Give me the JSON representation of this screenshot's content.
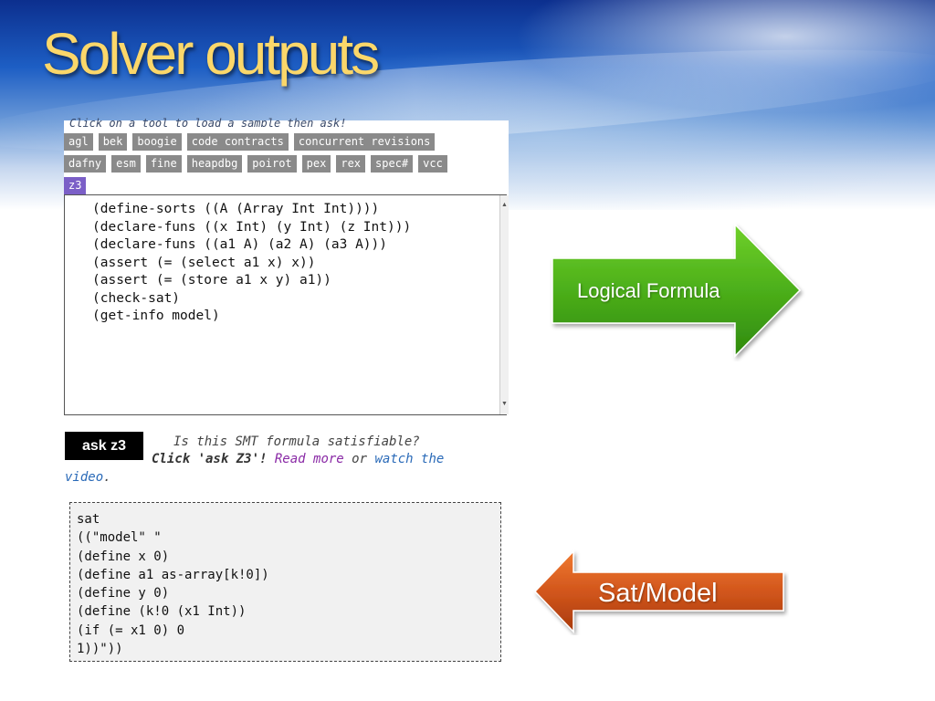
{
  "slide": {
    "title": "Solver outputs"
  },
  "panel": {
    "hint": "Click on a tool to load a sample then ask!",
    "tools_row1": [
      "agl",
      "bek",
      "boogie",
      "code contracts",
      "concurrent revisions"
    ],
    "tools_row2": [
      "dafny",
      "esm",
      "fine",
      "heapdbg",
      "poirot",
      "pex",
      "rex",
      "spec#",
      "vcc"
    ],
    "tools_row3": [
      "z3"
    ],
    "selected_tool": "z3",
    "selected_color": "#7b5fc7",
    "tool_color": "#8a8a8a",
    "editor_lines": [
      "(define-sorts ((A (Array Int Int))))",
      "(declare-funs ((x Int) (y Int) (z Int)))",
      "(declare-funs ((a1 A) (a2 A) (a3 A)))",
      "(assert (= (select a1 x) x))",
      "(assert (= (store a1 x y) a1))",
      "(check-sat)",
      "(get-info model)"
    ]
  },
  "ask": {
    "button_label": "ask z3",
    "question": "Is this SMT formula satisfiable?",
    "instruction": "Click 'ask Z3'!",
    "read_more": "Read more",
    "or_text": "or",
    "watch_the": "watch the",
    "video": "video",
    "period": "."
  },
  "output": {
    "lines": [
      "sat",
      "((\"model\" \"",
      "(define x 0)",
      "(define a1 as-array[k!0])",
      "(define y 0)",
      "(define (k!0 (x1 Int))",
      "(if (= x1 0) 0",
      "1))\"))"
    ]
  },
  "arrows": {
    "right": {
      "label": "Logical Formula",
      "color": "#4caf1a"
    },
    "left": {
      "label": "Sat/Model",
      "color": "#d2561c"
    }
  }
}
